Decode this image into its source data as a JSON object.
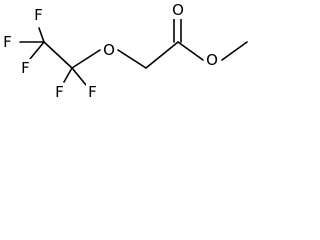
{
  "structure": {
    "atom_labels": {
      "f1": "F",
      "f2": "F",
      "f3": "F",
      "f4": "F",
      "f5": "F",
      "o_ether": "O",
      "o_carbonyl": "O",
      "o_ester": "O"
    },
    "bond_color": "#000000",
    "background": "#ffffff"
  }
}
